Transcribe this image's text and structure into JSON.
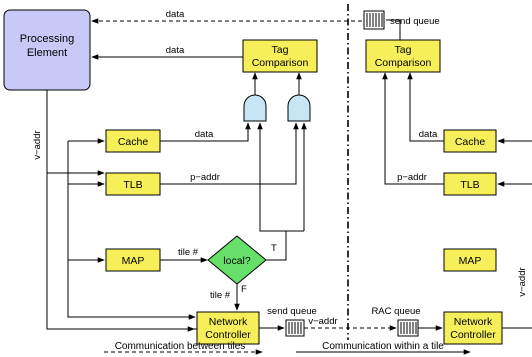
{
  "nodes": {
    "processing_element": {
      "line1": "Processing",
      "line2": "Element"
    },
    "tag_comparison_left": {
      "line1": "Tag",
      "line2": "Comparison"
    },
    "tag_comparison_right": {
      "line1": "Tag",
      "line2": "Comparison"
    },
    "cache_left": "Cache",
    "tlb_left": "TLB",
    "map_left": "MAP",
    "local_decision": "local?",
    "network_controller_left": {
      "line1": "Network",
      "line2": "Controller"
    },
    "cache_right": "Cache",
    "tlb_right": "TLB",
    "map_right": "MAP",
    "network_controller_right": {
      "line1": "Network",
      "line2": "Controller"
    }
  },
  "labels": {
    "data_top": "data",
    "data_pe": "data",
    "data_cache": "data",
    "v_addr_left": "v−addr",
    "p_addr_left": "p−addr",
    "tile_num_map": "tile #",
    "tile_num_nc": "tile #",
    "true_branch": "T",
    "false_branch": "F",
    "send_queue_top": "send queue",
    "send_queue_bottom": "send queue",
    "v_addr_queue": "v−addr",
    "rac_queue": "RAC queue",
    "data_right_cache": "data",
    "p_addr_right": "p−addr",
    "v_addr_right": "v−addr"
  },
  "legend": {
    "between_tiles": "Communication between tiles",
    "within_tile": "Communication within a tile"
  }
}
